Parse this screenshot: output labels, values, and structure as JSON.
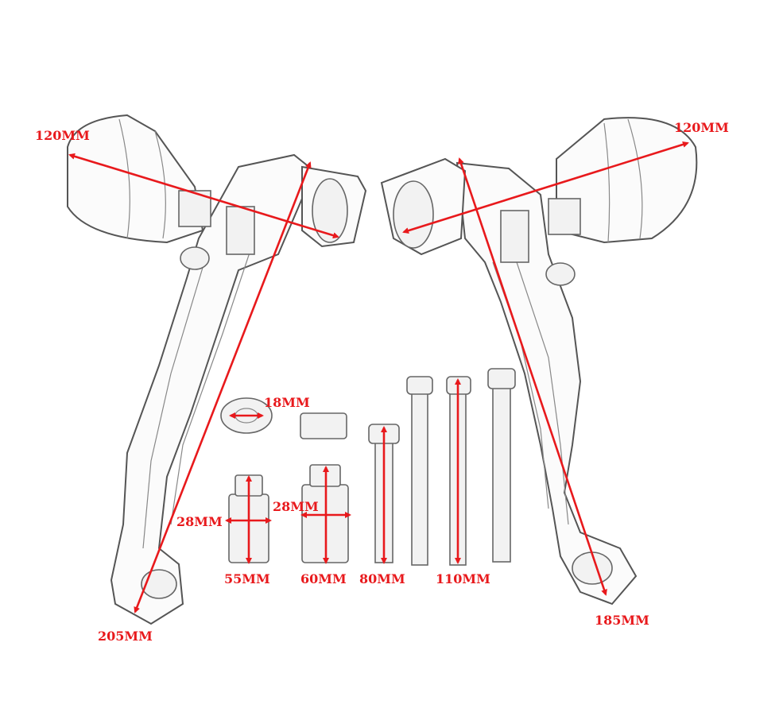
{
  "labels": {
    "left_slider_diameter": "120MM",
    "right_slider_diameter": "120MM",
    "washer_diameter": "18MM",
    "spacer_55_width": "28MM",
    "spacer_60_width": "28MM",
    "spacer_55_length": "55MM",
    "spacer_60_length": "60MM",
    "bolt_80_length": "80MM",
    "bolt_110_length": "110MM",
    "left_bracket_length": "205MM",
    "right_bracket_length": "185MM"
  },
  "colors": {
    "dimension": "#e8191c",
    "outline": "#555555"
  }
}
